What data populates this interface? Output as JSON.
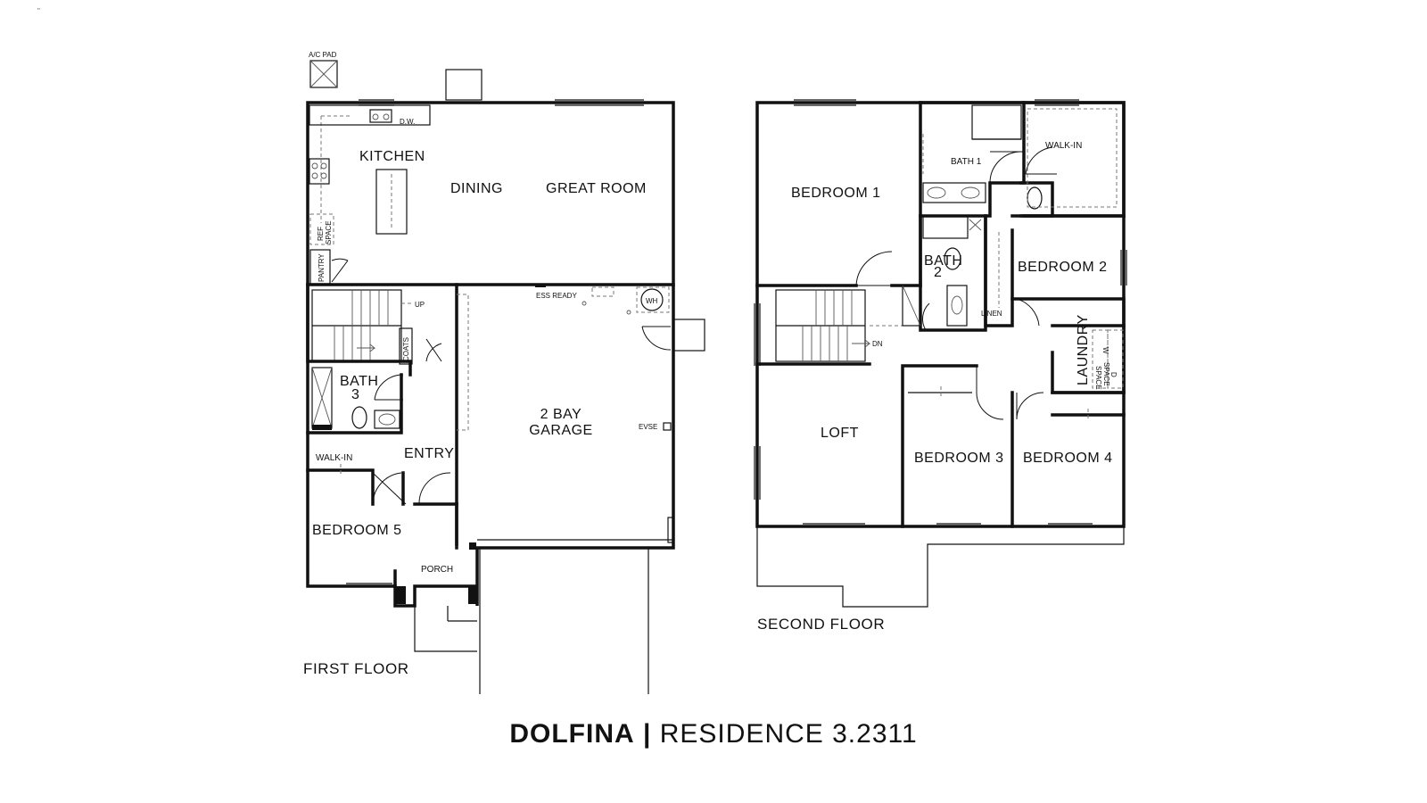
{
  "title": {
    "name": "DOLFINA",
    "separator": "|",
    "residence": "RESIDENCE 3.2311"
  },
  "corner_mark": "\"",
  "first_floor": {
    "label": "FIRST FLOOR",
    "ac_pad": "A/C PAD",
    "rooms": {
      "kitchen": "KITCHEN",
      "dining": "DINING",
      "great_room": "GREAT ROOM",
      "garage_line1": "2 BAY",
      "garage_line2": "GARAGE",
      "bath3_line1": "BATH",
      "bath3_line2": "3",
      "entry": "ENTRY",
      "walk_in": "WALK-IN",
      "bedroom5": "BEDROOM 5",
      "porch": "PORCH"
    },
    "fixtures": {
      "dw": "D.W.",
      "ref_space_1": "REF",
      "ref_space_2": "SPACE",
      "pantry": "PANTRY",
      "up": "UP",
      "coats": "COATS",
      "ess_ready": "ESS READY",
      "wh": "WH",
      "evse": "EVSE"
    }
  },
  "second_floor": {
    "label": "SECOND FLOOR",
    "rooms": {
      "bedroom1": "BEDROOM 1",
      "bath1": "BATH 1",
      "walk_in": "WALK-IN",
      "bath2_line1": "BATH",
      "bath2_line2": "2",
      "bedroom2": "BEDROOM 2",
      "linen": "LINEN",
      "laundry": "LAUNDRY",
      "loft": "LOFT",
      "bedroom3": "BEDROOM 3",
      "bedroom4": "BEDROOM 4"
    },
    "fixtures": {
      "dn": "DN",
      "w_space_1": "W",
      "w_space_2": "SPACE",
      "d_space_1": "D",
      "d_space_2": "SPACE"
    }
  }
}
